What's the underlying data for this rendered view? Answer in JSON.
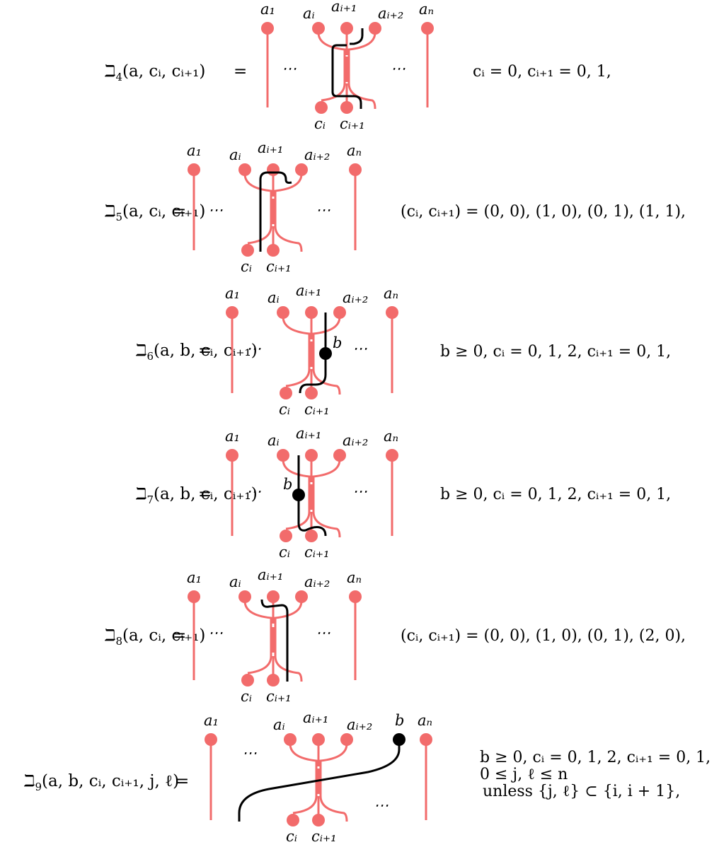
{
  "colors": {
    "strand": "#f26b6b",
    "black_strand": "#000000",
    "background": "#ffffff"
  },
  "symbol": "ℶ",
  "dots": "⋯",
  "eq": "=",
  "labels": {
    "a1": "a₁",
    "ai": "aᵢ",
    "ai1": "aᵢ₊₁",
    "ai2": "aᵢ₊₂",
    "an": "aₙ",
    "ci": "cᵢ",
    "ci1": "cᵢ₊₁",
    "b": "b"
  },
  "equations": [
    {
      "id": "4",
      "index": "4",
      "args": "(a, cᵢ, cᵢ₊₁)",
      "condition": [
        "cᵢ = 0, cᵢ₊₁ = 0, 1,"
      ]
    },
    {
      "id": "5",
      "index": "5",
      "args": "(a, cᵢ, cᵢ₊₁)",
      "condition": [
        "(cᵢ, cᵢ₊₁) = (0, 0), (1, 0), (0, 1), (1, 1),"
      ]
    },
    {
      "id": "6",
      "index": "6",
      "args": "(a, b, cᵢ, cᵢ₊₁)",
      "condition": [
        "b ≥ 0, cᵢ = 0, 1, 2, cᵢ₊₁ = 0, 1,"
      ]
    },
    {
      "id": "7",
      "index": "7",
      "args": "(a, b, cᵢ, cᵢ₊₁)",
      "condition": [
        "b ≥ 0, cᵢ = 0, 1, 2, cᵢ₊₁ = 0, 1,"
      ]
    },
    {
      "id": "8",
      "index": "8",
      "args": "(a, cᵢ, cᵢ₊₁)",
      "condition": [
        "(cᵢ, cᵢ₊₁) = (0, 0), (1, 0), (0, 1), (2, 0),"
      ]
    },
    {
      "id": "9",
      "index": "9",
      "args": "(a, b, cᵢ, cᵢ₊₁, j, ℓ)",
      "condition": [
        "b ≥ 0, cᵢ = 0, 1, 2, cᵢ₊₁ = 0, 1,",
        "0 ≤ j, ℓ ≤ n",
        "unless {j, ℓ} ⊂ {i, i + 1},"
      ]
    }
  ]
}
